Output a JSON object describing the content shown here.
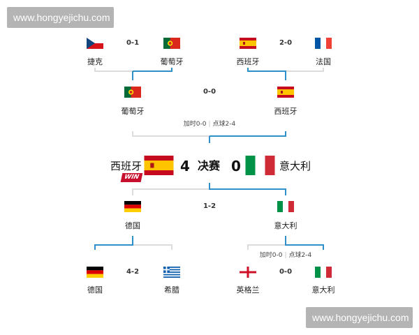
{
  "watermark": {
    "text": "www.hongyejichu.com"
  },
  "countries": {
    "czech": "捷克",
    "portugal": "葡萄牙",
    "spain": "西班牙",
    "france": "法国",
    "germany": "德国",
    "italy": "意大利",
    "greece": "希腊",
    "england": "英格兰"
  },
  "round1": [
    {
      "score": "0-1"
    },
    {
      "score": "2-0"
    },
    {
      "score": "4-2"
    },
    {
      "score": "0-0",
      "note_extra": "加时0-0",
      "note_pens": "点球2-4"
    }
  ],
  "semifinals": [
    {
      "score": "0-0",
      "note_extra": "加时0-0",
      "note_pens": "点球2-4"
    },
    {
      "score": "1-2"
    }
  ],
  "final": {
    "label": "决赛",
    "home_score": "4",
    "away_score": "0",
    "winner_badge": "WIN"
  },
  "colors": {
    "line": "#2f8fc8",
    "line_faint": "#dcdcdc",
    "win_badge": "#c8102e"
  }
}
